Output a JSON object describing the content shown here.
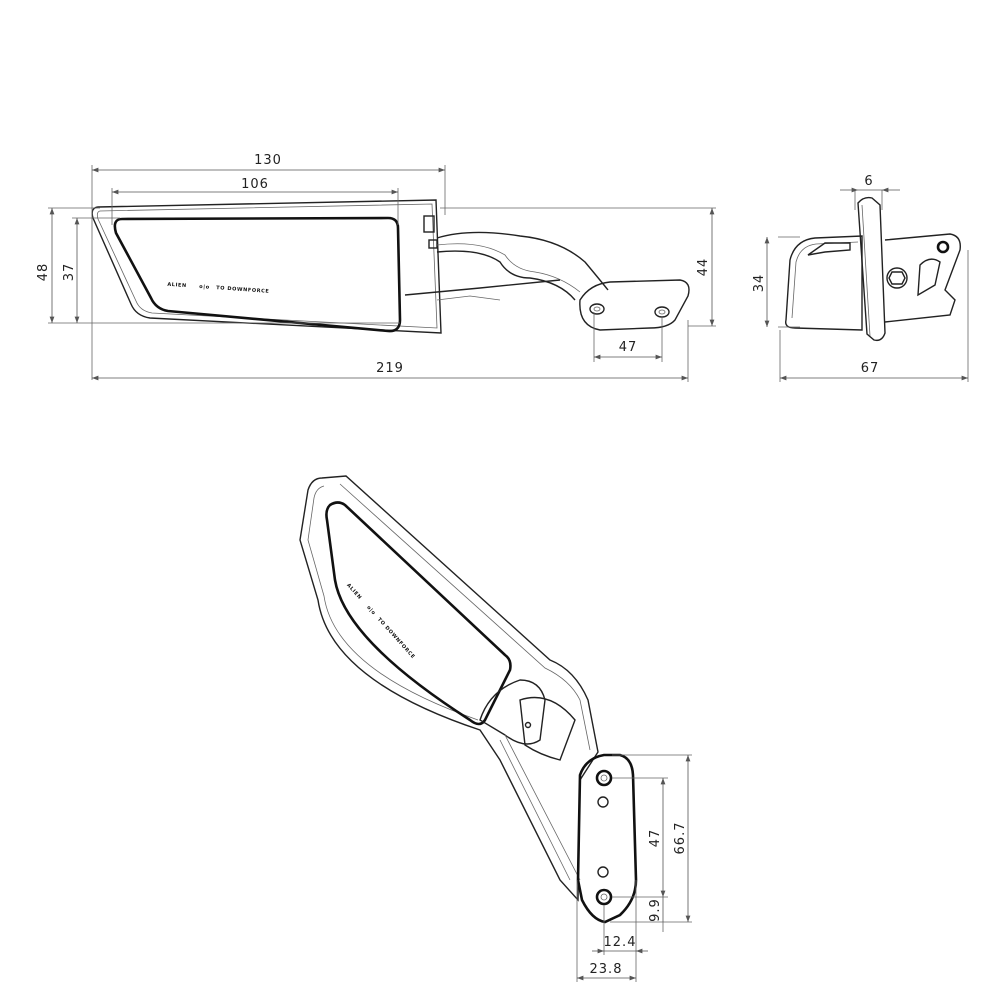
{
  "front_view": {
    "dimensions": {
      "overall_length": "219",
      "housing_width": "130",
      "glass_width": "106",
      "housing_height": "48",
      "glass_height": "37",
      "total_height": "44",
      "hole_spacing": "47"
    },
    "glass_marking": {
      "left": "ALIEN",
      "symbol": "o|o",
      "right": "TO DOWNFORCE"
    }
  },
  "side_view": {
    "dimensions": {
      "plate_thickness": "6",
      "height": "34",
      "depth": "67"
    }
  },
  "bottom_view": {
    "dimensions": {
      "hole_spacing": "47",
      "plate_length": "66.7",
      "hole_offset": "9.9",
      "hole_to_edge": "12.4",
      "plate_width": "23.8"
    },
    "glass_marking": {
      "left": "ALIEN",
      "symbol": "o|o",
      "right": "TO DOWNFORCE"
    }
  }
}
